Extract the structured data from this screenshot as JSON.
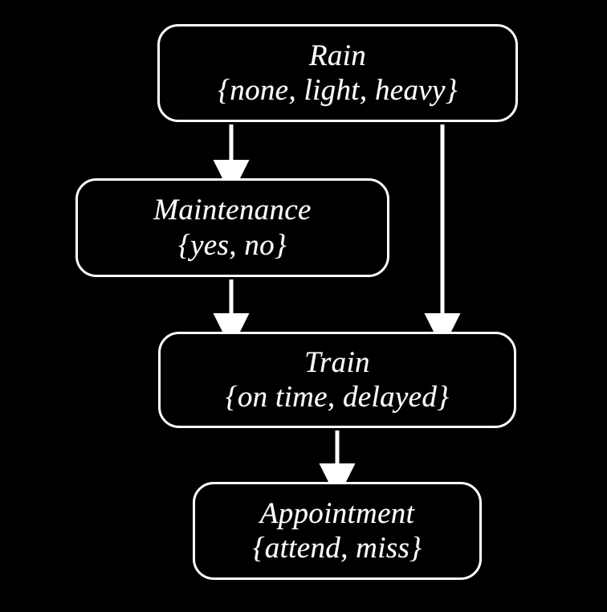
{
  "diagram": {
    "type": "bayesian-network",
    "background_color": "#000000",
    "stroke_color": "#ffffff",
    "text_color": "#ffffff",
    "nodes": [
      {
        "id": "rain",
        "title": "Rain",
        "values": "{none, light, heavy}",
        "states": [
          "none",
          "light",
          "heavy"
        ]
      },
      {
        "id": "maintenance",
        "title": "Maintenance",
        "values": "{yes, no}",
        "states": [
          "yes",
          "no"
        ]
      },
      {
        "id": "train",
        "title": "Train",
        "values": "{on time, delayed}",
        "states": [
          "on time",
          "delayed"
        ]
      },
      {
        "id": "appointment",
        "title": "Appointment",
        "values": "{attend, miss}",
        "states": [
          "attend",
          "miss"
        ]
      }
    ],
    "edges": [
      {
        "id": "rain-to-maintenance",
        "from": "Rain",
        "to": "Maintenance"
      },
      {
        "id": "rain-to-train",
        "from": "Rain",
        "to": "Train"
      },
      {
        "id": "maintenance-to-train",
        "from": "Maintenance",
        "to": "Train"
      },
      {
        "id": "train-to-appointment",
        "from": "Train",
        "to": "Appointment"
      }
    ]
  }
}
